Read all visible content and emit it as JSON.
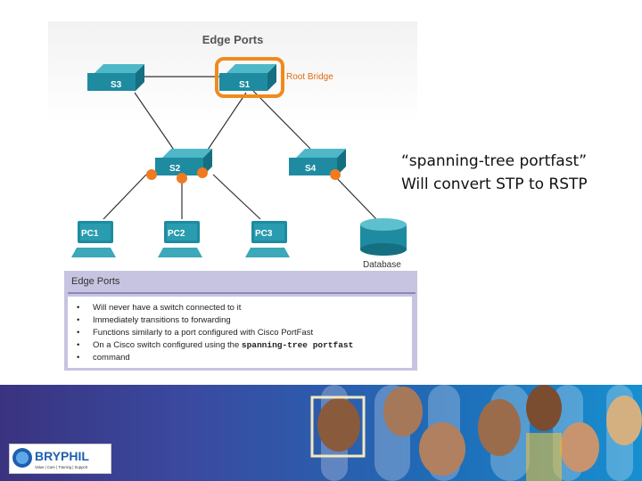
{
  "diagram": {
    "title": "Edge Ports",
    "root_bridge_label": "Root Bridge",
    "switches": [
      "S3",
      "S1",
      "S2",
      "S4"
    ],
    "pcs": [
      "PC1",
      "PC2",
      "PC3"
    ],
    "database_label": "Database",
    "colors": {
      "switch": "#1e8ba0",
      "highlight": "#f08a1e",
      "edge_port": "#f07a20",
      "link": "#333333"
    }
  },
  "side_text": {
    "line1": "“spanning-tree portfast”",
    "line2": "Will convert STP to RSTP"
  },
  "info_box": {
    "heading": "Edge Ports",
    "bullets": [
      "Will never have a switch connected to it",
      "Immediately transitions to forwarding",
      "Functions similarly to a port configured with Cisco PortFast",
      "On a Cisco switch configured using the "
    ],
    "command": "spanning-tree portfast",
    "command_tail": "command"
  },
  "logo": {
    "name": "BRYPHIL",
    "tagline": "Value | Care | Training | Support"
  }
}
